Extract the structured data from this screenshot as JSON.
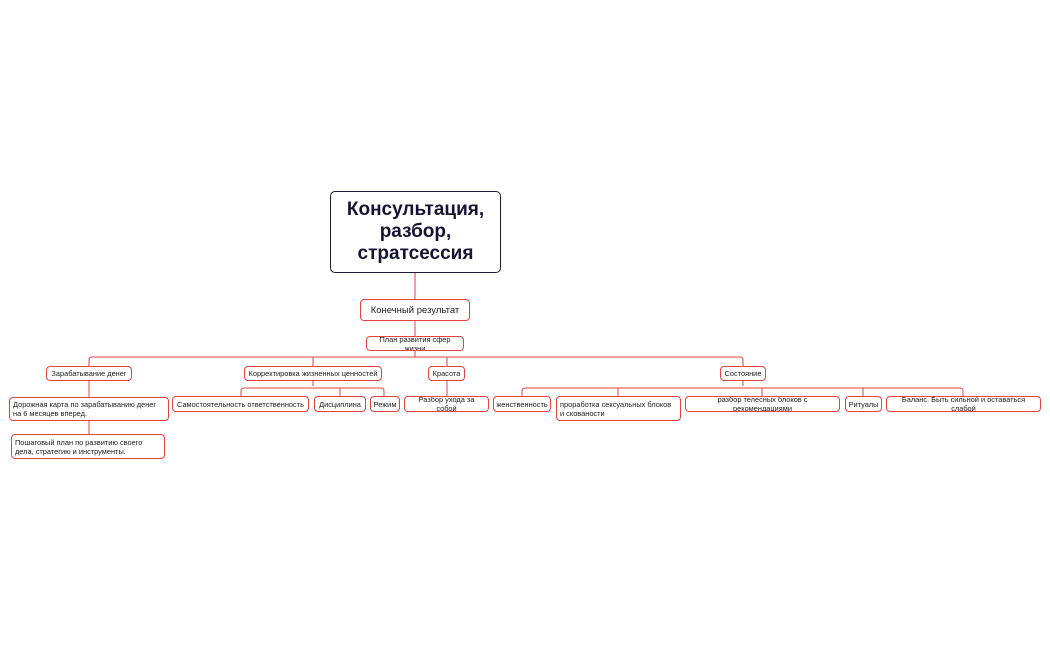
{
  "diagram": {
    "root": "Консультация, разбор, стратсессия",
    "result": "Конечный результат",
    "plan": "План развития сфер жизни",
    "branches": {
      "money": {
        "label": "Зарабатывание денег",
        "roadmap": "Дорожная карта по зарабатыванию денег на 6 месяцев вперед.",
        "stepplan": "Пошаговый план по развитию своего дела, стратегию и инструменты."
      },
      "values": {
        "label": "Корректировка жизненных ценностей",
        "children": [
          "Самостоятельность  ответственность",
          "Дисциплина",
          "Режим"
        ]
      },
      "beauty": {
        "label": "Красота",
        "children": [
          "Разбор ухода за собой"
        ]
      },
      "state": {
        "label": "Состояние",
        "children": [
          "женственность",
          "проработка сексуальных блоков и скованости",
          "разбор телесных блоков с рекомендациями",
          "Ритуалы",
          "Баланс. Быть сильной и оставаться слабой"
        ]
      }
    }
  },
  "colors": {
    "accent": "#e2453f",
    "root_border": "#1a1a3a",
    "root_text": "#141432"
  }
}
